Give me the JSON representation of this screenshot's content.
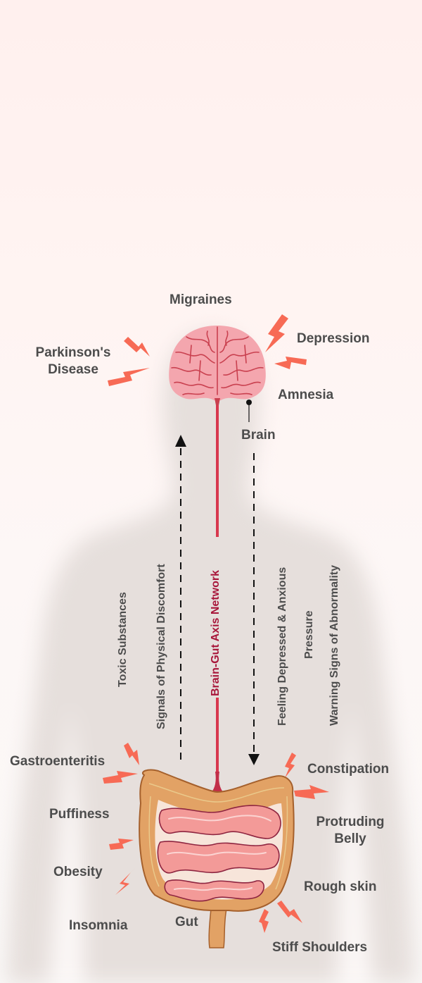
{
  "colors": {
    "background": "#fff2f0",
    "text": "#4c4c4c",
    "network_text": "#a8163a",
    "nerve_line": "#d8384e",
    "bolt": "#f76a55",
    "brain_fill": "#f4a6ae",
    "brain_fold": "#c9404f",
    "colon": "#e2a265",
    "intestine": "#f39a98",
    "silhouette": "#e6dfdc"
  },
  "organs": {
    "brain": "Brain",
    "gut": "Gut"
  },
  "brain_symptoms": {
    "migraines": "Migraines",
    "parkinsons_line1": "Parkinson's",
    "parkinsons_line2": "Disease",
    "depression": "Depression",
    "amnesia": "Amnesia"
  },
  "axis": {
    "network": "Brain-Gut Axis Network",
    "toxic": "Toxic Substances",
    "signals": "Signals of Physical Discomfort",
    "feeling": "Feeling Depressed & Anxious",
    "pressure": "Pressure",
    "warning": "Warning Signs of Abnormality"
  },
  "gut_symptoms": {
    "gastroenteritis": "Gastroenteritis",
    "puffiness": "Puffiness",
    "obesity": "Obesity",
    "insomnia": "Insomnia",
    "constipation": "Constipation",
    "protruding_line1": "Protruding",
    "protruding_line2": "Belly",
    "rough_skin": "Rough skin",
    "stiff_shoulders": "Stiff Shoulders"
  },
  "icons": [
    "brain-illustration",
    "intestine-illustration",
    "lightning-bolt-icon",
    "arrow-up-icon",
    "arrow-down-icon"
  ]
}
